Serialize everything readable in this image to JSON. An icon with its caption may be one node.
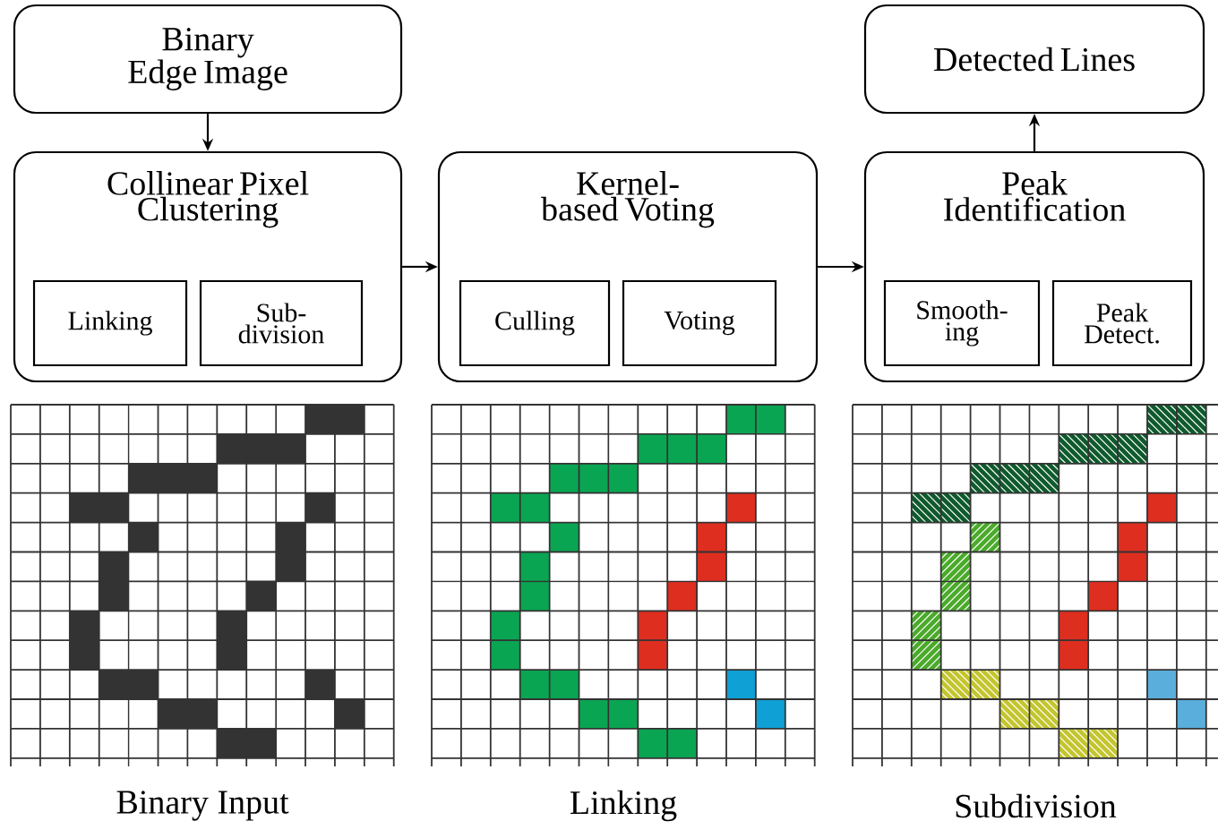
{
  "diagram": {
    "nodes": [
      {
        "text": [
          "Binary Edge Image"
        ]
      },
      {
        "text": [
          "Collinear Pixel Clustering"
        ]
      },
      {
        "text": [
          "Linking"
        ],
        "in": 1
      },
      {
        "text": [
          "Sub- division"
        ],
        "in": 1
      },
      {
        "text": [
          "Kernel-based Voting"
        ]
      },
      {
        "text": [
          "Culling"
        ],
        "in": 4
      },
      {
        "text": [
          "Voting"
        ],
        "in": 4
      },
      {
        "text": [
          "Detected Lines"
        ]
      },
      {
        "text": [
          "Peak Identification"
        ]
      },
      {
        "text": [
          "Smooth- ing"
        ],
        "in": 8
      },
      {
        "text": [
          "Peak Detect."
        ],
        "in": 8
      }
    ],
    "edges": [
      {
        "from": 0,
        "to": 1,
        "arrow": "to"
      },
      {
        "from": 1,
        "to": 4,
        "arrow": "to"
      },
      {
        "from": 4,
        "to": 8,
        "arrow": "to"
      },
      {
        "from": 8,
        "to": 7,
        "arrow": "to"
      }
    ],
    "labels": [
      "Binary Input",
      "Linking",
      "Subdivision"
    ]
  }
}
